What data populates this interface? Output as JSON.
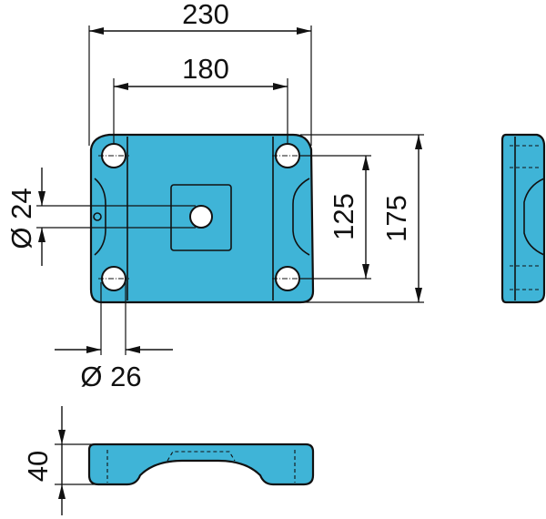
{
  "dimensions": {
    "overall_width": "230",
    "hole_spacing_width": "180",
    "hole_spacing_height": "125",
    "overall_height": "175",
    "center_hole_diameter": "Ø 24",
    "corner_hole_diameter": "Ø 26",
    "thickness": "40"
  },
  "colors": {
    "part_fill": "#3fb4d7",
    "line": "#111111"
  }
}
